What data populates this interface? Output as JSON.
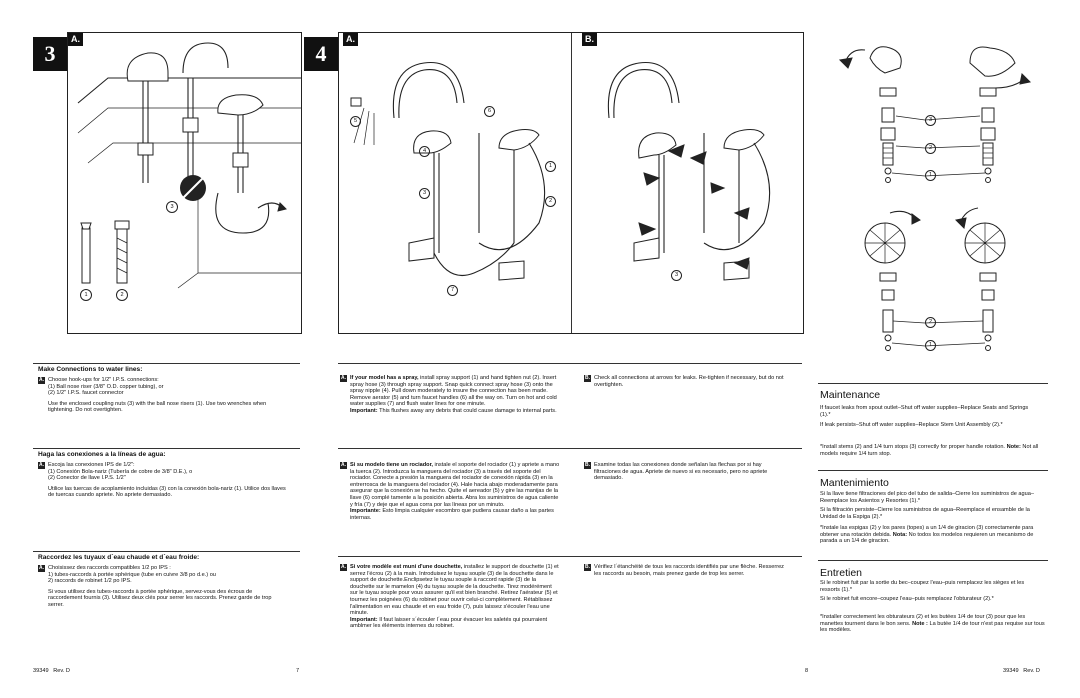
{
  "page_left": {
    "step": "3",
    "tag": "A.",
    "callouts": [
      "3",
      "1",
      "2"
    ],
    "en": {
      "heading": "Make Connections to water lines:",
      "bullet": "A.",
      "lines": "Choose hook-ups for 1/2\" I.P.S. connections:\n(1) Ball nose riser (3/8\" O.D. copper tubing), or\n(2) 1/2\" I.P.S. faucet connector",
      "para": "Use the enclosed coupling nuts (3) with the ball nose risers (1). Use two wrenches when tightening. Do not overtighten."
    },
    "es": {
      "heading": "Haga las conexiones a la líneas de agua:",
      "bullet": "A.",
      "lines": "Escoja las conexiones IPS de 1/2\":\n(1) Conexión Bola-nariz (Tubería de cobre de 3/8\" D.E.), o\n(2) Conector de llave I.P.S. 1/2\"",
      "para": "Utilice las tuercas de acoplamiento incluidas (3) con la conexión bola-nariz (1). Utilice dos llaves de tuercas cuando apriete. No apriete demasiado."
    },
    "fr": {
      "heading": "Raccordez les tuyaux d´eau chaude et d´eau froide:",
      "bullet": "A.",
      "lines": "Choisissez des raccords compatibles 1/2 po IPS :\n1)  tubes-raccords à portée sphérique (tube en cuivre 3/8 po d.e.) ou\n2)  raccords de robinet 1/2 po IPS.",
      "para": "Si vous utilisez des tubes-raccords à portée sphérique, servez-vous des écrous de raccordement fournis (3). Utilisez deux clés pour serrer les raccords. Prenez garde de trop serrer."
    },
    "footer_left": "39349   Rev. D",
    "page_number": "7"
  },
  "page_mid": {
    "step": "4",
    "tag_a": "A.",
    "tag_b": "B.",
    "callouts_a": [
      "6",
      "5",
      "4",
      "3",
      "1",
      "2",
      "7"
    ],
    "callouts_b": [
      "3"
    ],
    "en_a": {
      "bullet": "A.",
      "bold_lead": "If your model has a spray,",
      "text": " install spray support (1) and hand tighten nut (2). Insert spray hose (3) through spray support. Snap quick connect spray hose (3) onto the spray nipple (4). Pull down moderately to insure the connection has been made. Remove aerator (5) and turn faucet handles (6) all the way on. Turn on hot and cold water supplies (7) and flush water lines for one minute.",
      "important_label": "Important:",
      "important": " This flushes away any debris that could cause damage to internal parts."
    },
    "en_b": {
      "bullet": "B.",
      "text": "Check all connections at arrows for leaks. Re-tighten if necessary, but do not overtighten."
    },
    "es_a": {
      "bullet": "A.",
      "bold_lead": "Si su modelo tiene un rociador,",
      "text": " instale el soporte del rociador (1) y apriete a mano la tuerca (2). Introduzca la manguera del rociador (3) a través del soporte del rociador. Conecte a presión la manguera del rociador de conexión rápida (3) en la entrerrosca de la manguera del rociador (4). Hale hacia abajo moderadamente para asegurar que la conexión se ha hecho. Quite el aereador (5) y gire las manijas de la llave (6) complé tamente a la posición abierta. Abra los suministros de agua caliente y fría (7) y deje que el agua corra por las líneas por un minuto.",
      "important_label": "Importante:",
      "important": " Esto limpia cualquier escombro que pudiera causar daño a las partes internas."
    },
    "es_b": {
      "bullet": "B.",
      "text": "Examine todas las conexiones donde señalan las flechas por si hay filtraciones de agua. Apriete de nuevo si es necesario, pero no apriete demasiado."
    },
    "fr_a": {
      "bullet": "A.",
      "bold_lead": "Si votre modèle est muni d'une douchette,",
      "text": " installez le support de douchette (1) et serrez l'écrou (2) à la main. Introduisez le tuyau souple (3) de la douchette dans le support de douchette.Enclipsetez le tuyau souple à raccord rapide (3) de la douchette sur le mamelon (4) du tuyau souple de la douchette. Tirez modérément sur le tuyau souple pour vous assurer qu'il est bien branché. Retirez l'aérateur (5) et tournez les poignées (6) du robinet pour ouvrir celui-ci complètement. Rétablissez l'alimentation en eau chaude et en eau froide (7), puis laissez s'écouler l'eau une minute.",
      "important_label": "Important:",
      "important": " Il faut laisser s´écouler l´eau pour évacuer les saletés qui pourraient amblmer les éléments internes du robinet."
    },
    "fr_b": {
      "bullet": "B.",
      "text": "Vérifiez l´étanchéité de tous les raccords identifiés par une flèche. Resserrez les raccords au besoin, mais prenez garde de trop les serrer."
    },
    "page_number": "8"
  },
  "page_right": {
    "callouts_top": [
      "3",
      "2",
      "1"
    ],
    "callouts_bottom": [
      "2",
      "1"
    ],
    "en": {
      "heading": "Maintenance",
      "line1": "If faucet leaks from spout outlet–Shut off water supplies–Replace Seats and Springs (1).*",
      "line2": "If leak persists–Shut off water supplies–Replace Stem Unit Assembly (2).*",
      "note": "*Install stems (2) and 1/4 turn stops (3) correctly for proper handle rotation.",
      "note_label": "Note:",
      "note_end": " Not all models require 1/4 turn stop."
    },
    "es": {
      "heading": "Mantenimiento",
      "line1": "Si la llave tiene filtraciones del pico del tubo de salida–Cierre los suministros de agua–Reemplace los Asientos y Resortes (1).*",
      "line2": "Si la filtración persiste–Cierre los suministros de agua–Reemplace el ensamble de la Unidad de la Espiga (2).*",
      "note": "*Instale las espigas (2) y los pares (topes) a un 1/4 de giracion (3) correctamente para obtener una rotación debida.",
      "note_label": "Nota:",
      "note_end": " No todos los modelos requieren un mecanismo de parada a un 1/4 de giracion."
    },
    "fr": {
      "heading": "Entretien",
      "line1": "Si le robinet fuit par la sortie du bec–coupez l'eau–puis remplacez les sièges et les ressorts (1).*",
      "line2": "Si le robinet fuit encore–coupez l'eau–puis remplacez l'obturateur (2).*",
      "note": "*Installer correctement les obturateurs (2) et les butées 1/4 de tour (3) pour que les manettes tournent dans le bon sens.",
      "note_label": "Note :",
      "note_end": " La butée 1/4 de tour n'est pas requise sur tous les modèles."
    },
    "footer_right": "39349   Rev. D"
  }
}
